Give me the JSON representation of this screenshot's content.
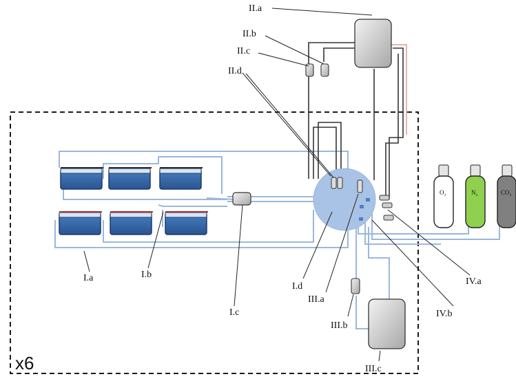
{
  "diagram": {
    "multiplier": "x6",
    "labels": {
      "I_a": "I.a",
      "I_b": "I.b",
      "I_c": "I.c",
      "I_d": "I.d",
      "II_a": "II.a",
      "II_b": "II.b",
      "II_c": "II.c",
      "II_d": "II.d",
      "III_a": "III.a",
      "III_b": "III.b",
      "III_c": "III.c",
      "IV_a": "IV.a",
      "IV_b": "IV.b"
    },
    "gas_cylinders": [
      {
        "label": "O₂",
        "color": "#ffffff"
      },
      {
        "label": "N₂",
        "color": "#8fd14f"
      },
      {
        "label": "CO₂",
        "color": "#808080"
      }
    ],
    "colors": {
      "tube_blue": "#9bb7dc",
      "hub_blue": "#a9c3e6",
      "tank_blue": "#3a6db3",
      "dashed_border": "#1a1a1a",
      "dark_line": "#333333",
      "red_line": "#d46a5a"
    }
  }
}
